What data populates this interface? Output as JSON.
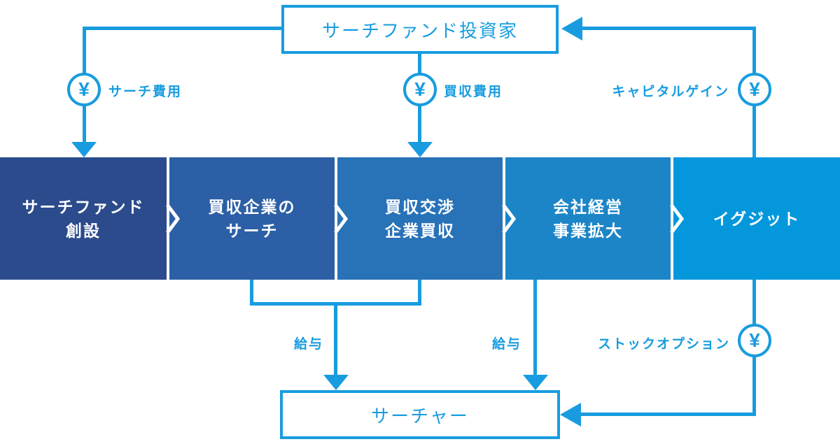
{
  "palette": {
    "accent": "#189CDF",
    "step_colors": [
      "#2C4B8C",
      "#2C5FA5",
      "#2872B7",
      "#1C85C7",
      "#0497DC"
    ],
    "step_text": "#FFFFFF"
  },
  "nodes": {
    "investor": "サーチファンド投資家",
    "searcher": "サーチャー"
  },
  "steps": [
    {
      "lines": [
        "サーチファンド",
        "創設"
      ],
      "color": "#2C4B8C"
    },
    {
      "lines": [
        "買収企業の",
        "サーチ"
      ],
      "color": "#2C5FA5"
    },
    {
      "lines": [
        "買収交渉",
        "企業買収"
      ],
      "color": "#2872B7"
    },
    {
      "lines": [
        "会社経営",
        "事業拡大"
      ],
      "color": "#1C85C7"
    },
    {
      "lines": [
        "イグジット"
      ],
      "color": "#0497DC"
    }
  ],
  "flow_labels": {
    "search_cost": "サーチ費用",
    "acquisition_cost": "買収費用",
    "capital_gain": "キャピタルゲイン",
    "salary_left": "給与",
    "salary_right": "給与",
    "stock_option": "ストックオプション"
  },
  "icons": {
    "yen": "¥"
  }
}
